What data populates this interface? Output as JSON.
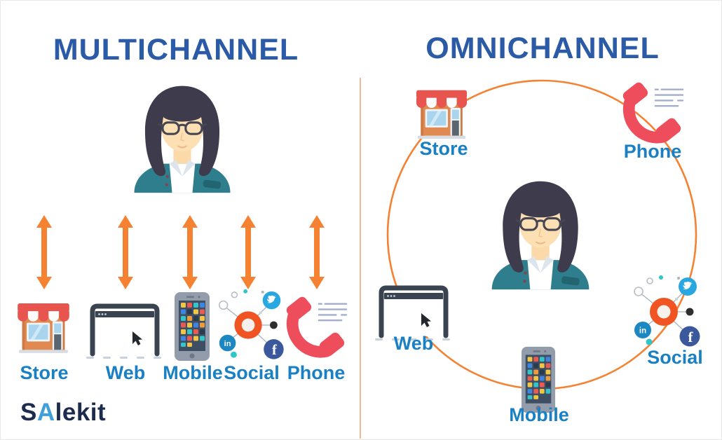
{
  "brand": {
    "logo_prefix": "S",
    "logo_accent": "A",
    "logo_suffix": "lekit"
  },
  "left": {
    "title": "MULTICHANNEL",
    "channels": [
      {
        "label": "Store",
        "icon": "store-icon"
      },
      {
        "label": "Web",
        "icon": "web-browser-icon"
      },
      {
        "label": "Mobile",
        "icon": "mobile-phone-icon"
      },
      {
        "label": "Social",
        "icon": "social-network-icon"
      },
      {
        "label": "Phone",
        "icon": "telephone-handset-icon"
      }
    ]
  },
  "right": {
    "title": "OMNICHANNEL",
    "channels": [
      {
        "label": "Store",
        "icon": "store-icon"
      },
      {
        "label": "Phone",
        "icon": "telephone-handset-icon"
      },
      {
        "label": "Web",
        "icon": "web-browser-icon"
      },
      {
        "label": "Social",
        "icon": "social-network-icon"
      },
      {
        "label": "Mobile",
        "icon": "mobile-phone-icon"
      }
    ]
  },
  "colors": {
    "title_blue": "#2b5aa6",
    "label_blue": "#1a80c4",
    "accent_orange": "#f58233",
    "phone_red": "#ee4d5c",
    "store_red": "#e8544e",
    "social_orange": "#f05423",
    "logo_navy": "#1d2b4f",
    "logo_accent_blue": "#3f9fda"
  }
}
